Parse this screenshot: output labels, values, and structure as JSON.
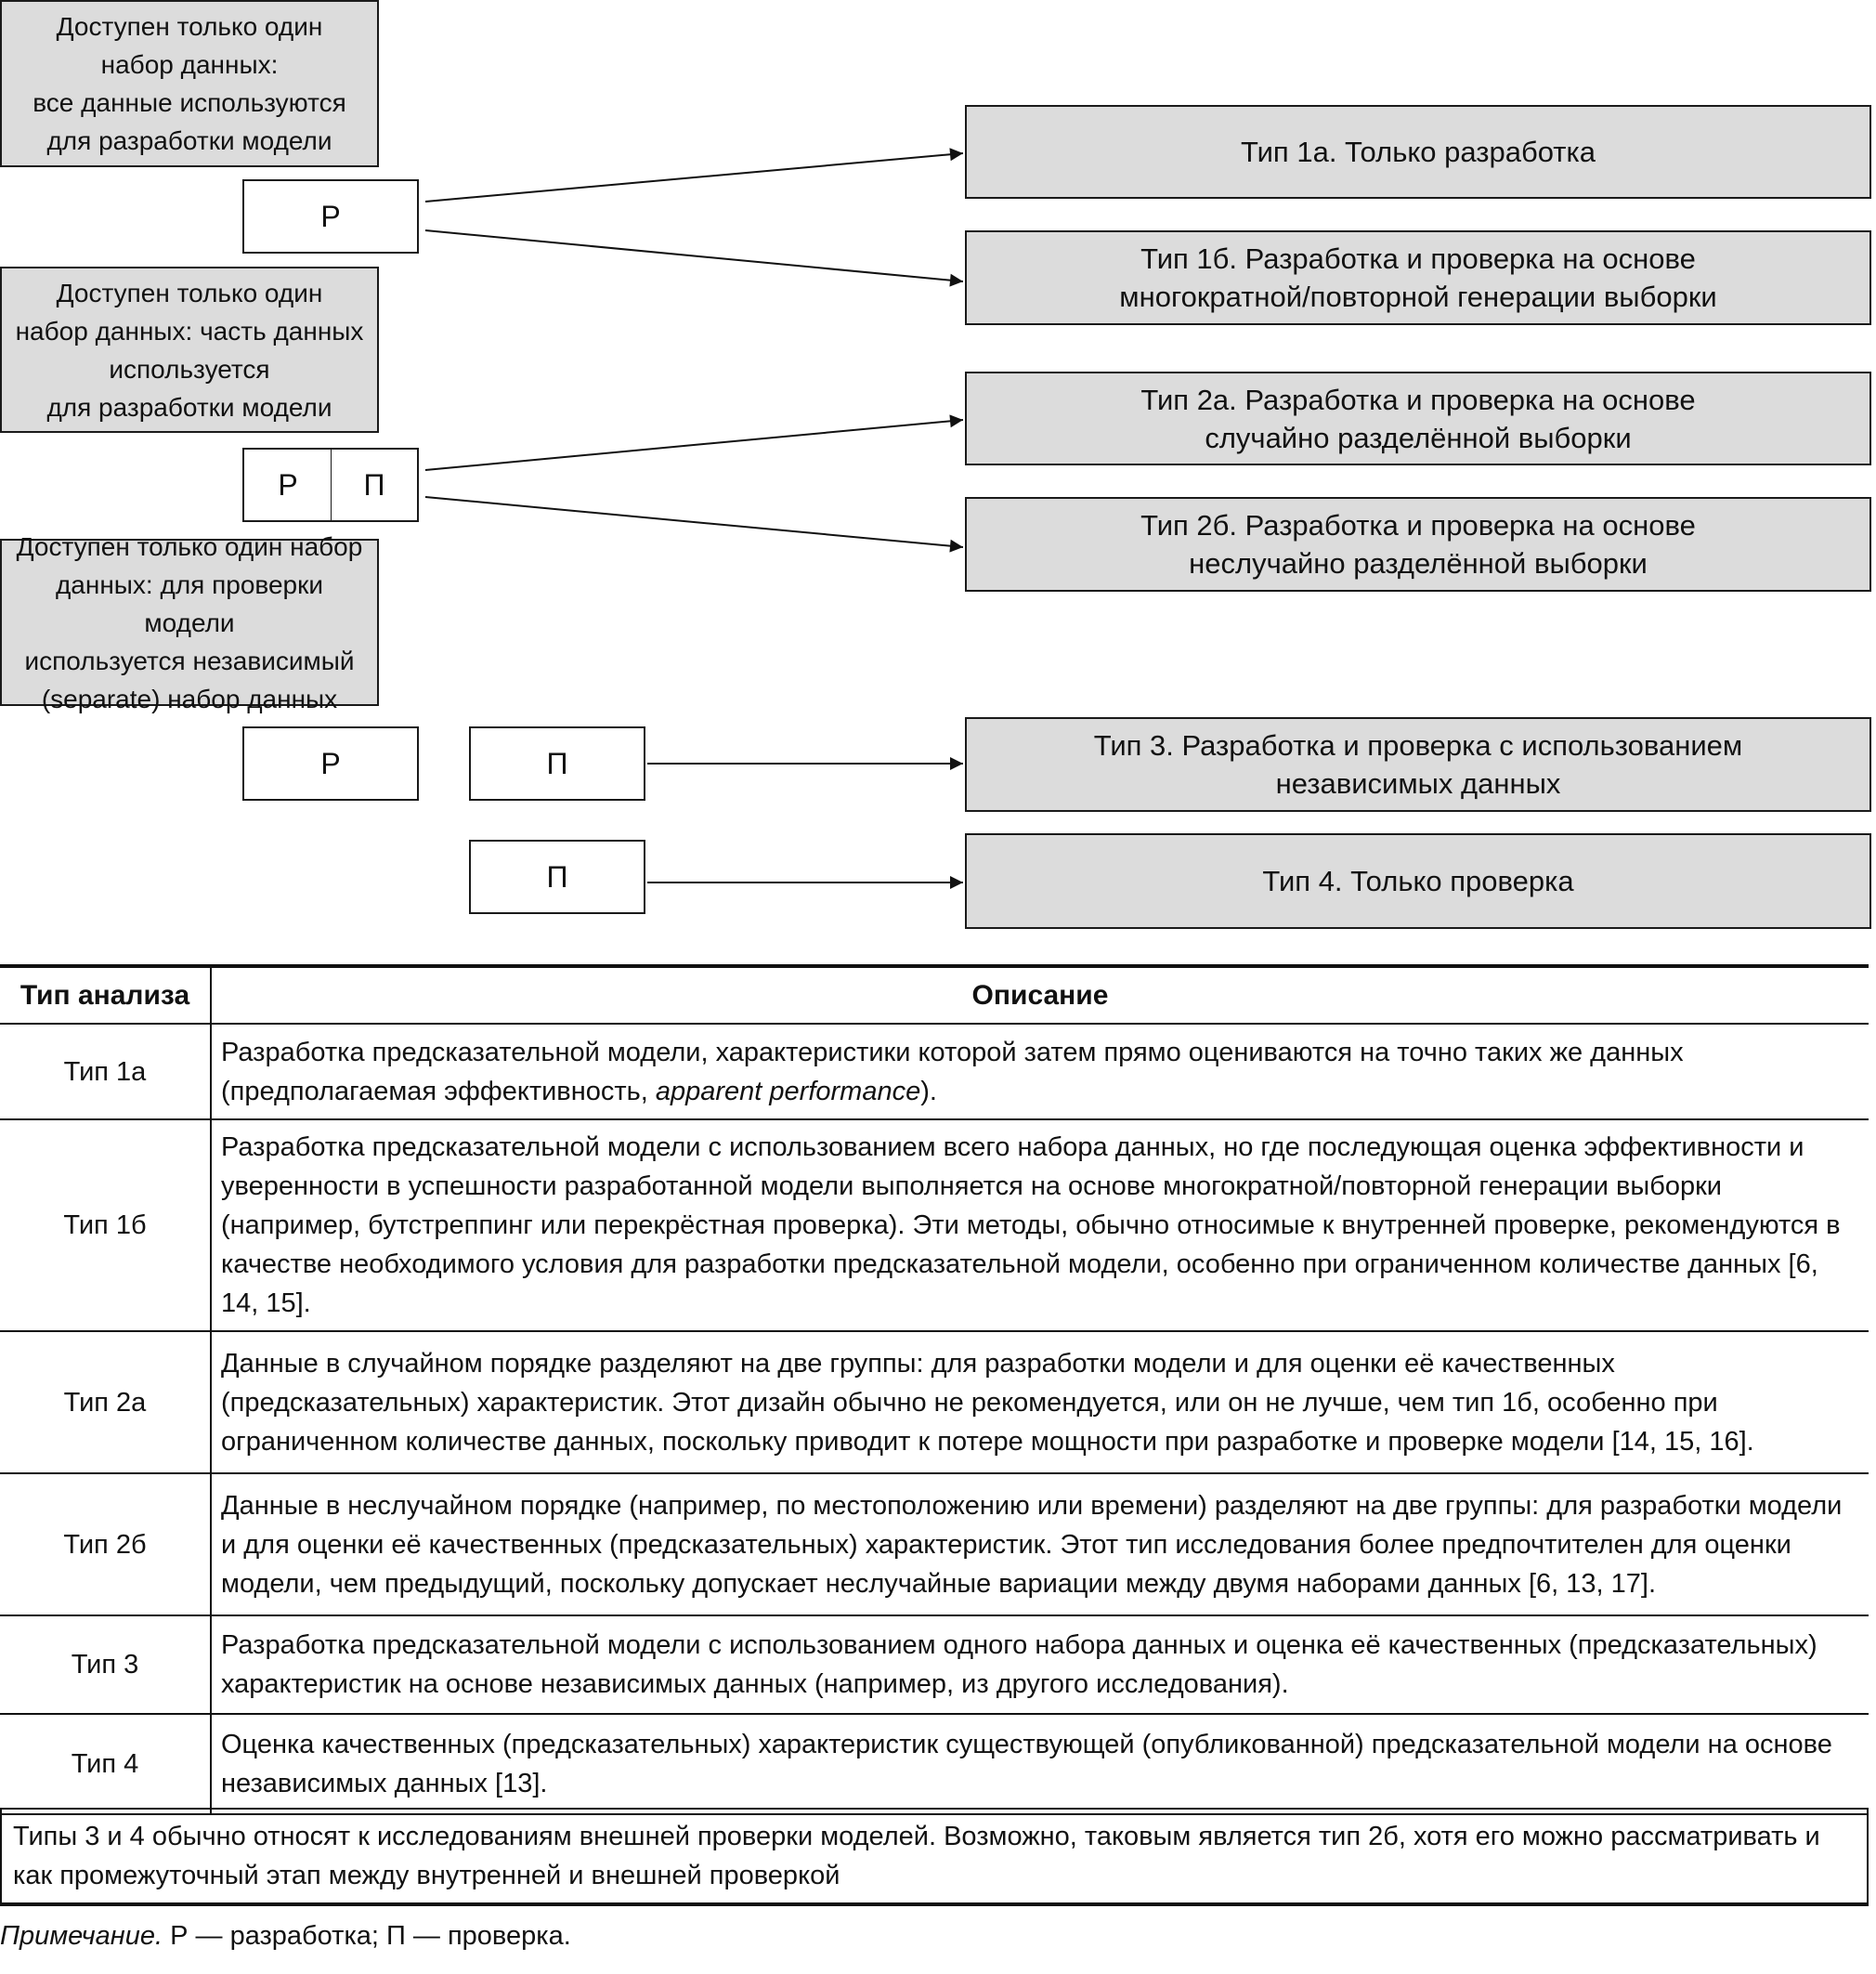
{
  "diagram": {
    "sources": [
      "Доступен только один\nнабор данных:\nвсе данные используются\nдля разработки модели",
      "Доступен только один\nнабор данных: часть данных\nиспользуется\nдля разработки модели",
      "Доступен только один набор\nданных: для проверки модели\nиспользуется независимый\n(separate) набор данных"
    ],
    "data_boxes": {
      "r": "Р",
      "p": "П"
    },
    "types": [
      "Тип 1а. Только разработка",
      "Тип 1б. Разработка и проверка на основе\nмногократной/повторной генерации выборки",
      "Тип 2а. Разработка и проверка на основе\nслучайно разделённой выборки",
      "Тип 2б. Разработка и проверка на основе\nнеслучайно разделённой выборки",
      "Тип 3. Разработка и проверка с использованием\nнезависимых данных",
      "Тип 4. Только проверка"
    ]
  },
  "table": {
    "headers": [
      "Тип анализа",
      "Описание"
    ],
    "rows": [
      {
        "type": "Тип 1а",
        "desc": "Разработка предсказательной модели, характеристики которой затем прямо оцениваются на точно таких же данных (предполагаемая эффективность, ",
        "desc_italic": "apparent performance",
        "desc_end": ")."
      },
      {
        "type": "Тип 1б",
        "desc": "Разработка предсказательной модели с использованием всего набора данных, но где последующая оценка эффективности и уверенности в успешности разработанной модели выполняется на основе многократной/повторной генерации выборки (например, бутстреппинг или перекрёстная проверка). Эти методы, обычно относимые к внутренней проверке, рекомендуются в качестве необходимого условия для разработки предсказательной модели, особенно при ограниченном количестве данных [6, 14, 15]."
      },
      {
        "type": "Тип 2а",
        "desc": "Данные в случайном порядке разделяют на две группы: для разработки модели и для оценки её качественных (предсказательных) характеристик. Этот дизайн обычно не рекомендуется, или он не лучше, чем тип 1б, особенно при ограниченном количестве данных, поскольку приводит к потере мощности при разработке и проверке модели [14, 15, 16]."
      },
      {
        "type": "Тип 2б",
        "desc": "Данные в неслучайном порядке (например, по местоположению или времени) разделяют на две группы: для разработки модели и для оценки её качественных (предсказательных) характеристик. Этот тип исследования более предпочтителен для оценки модели, чем предыдущий, поскольку допускает неслучайные вариации между двумя наборами данных [6, 13, 17]."
      },
      {
        "type": "Тип 3",
        "desc": "Разработка предсказательной модели с использованием одного набора данных и оценка её качественных (предсказательных) характеристик на основе независимых данных (например, из другого исследования)."
      },
      {
        "type": "Тип 4",
        "desc": "Оценка качественных (предсказательных) характеристик существующей (опубликованной) предсказательной модели на основе независимых данных [13]."
      }
    ],
    "footer": "Типы 3 и 4 обычно относят к исследованиям внешней проверки моделей. Возможно, таковым является тип 2б, хотя его можно рассматривать и как промежуточный этап между внутренней и внешней проверкой"
  },
  "note": {
    "label": "Примечание.",
    "text": " Р — разработка; П — проверка."
  }
}
